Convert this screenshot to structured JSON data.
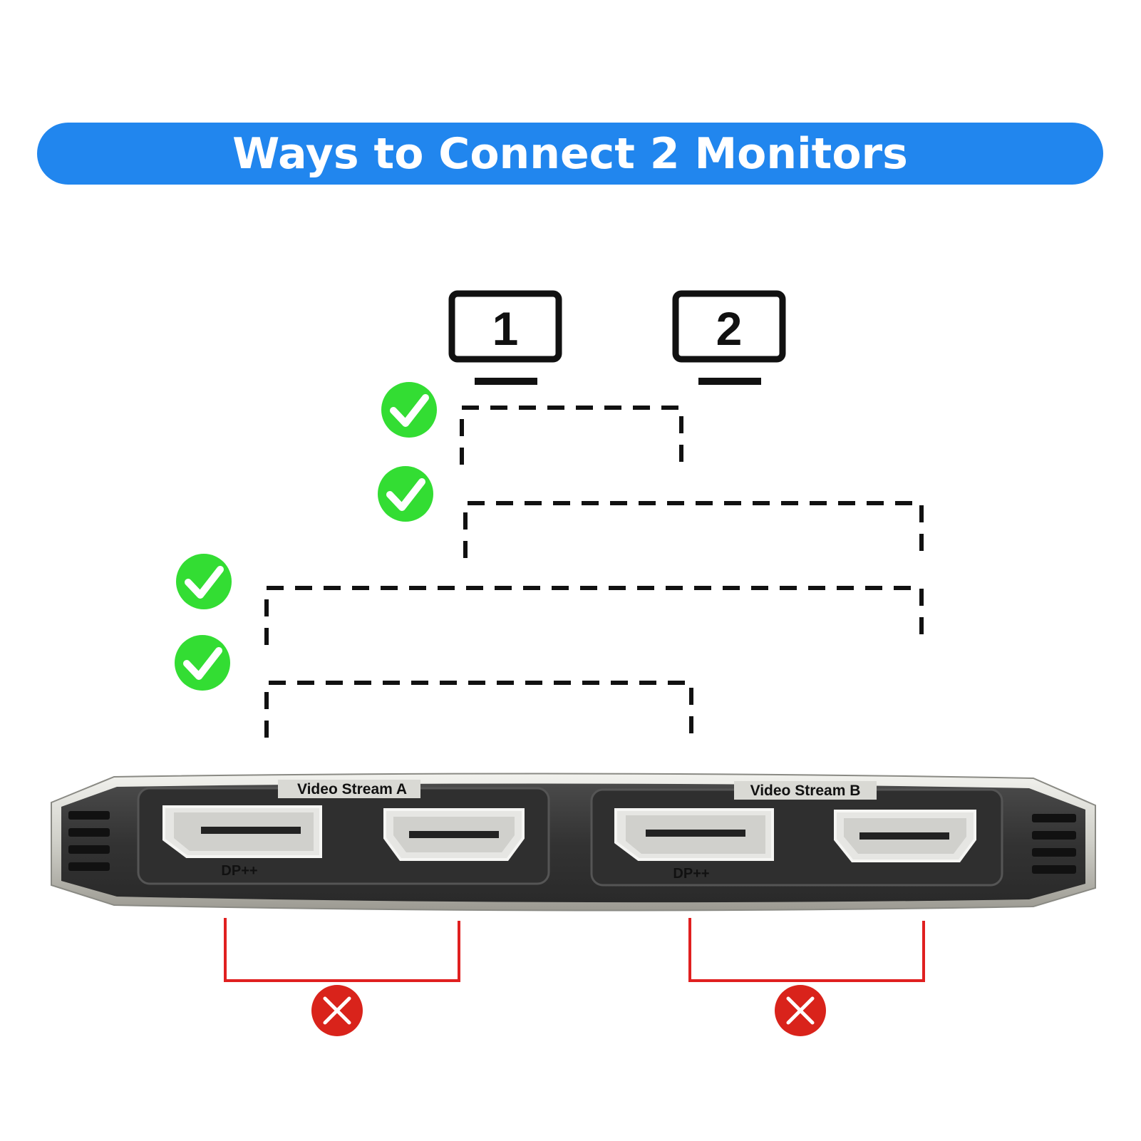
{
  "title": "Ways to Connect 2 Monitors",
  "monitors": [
    {
      "number": "1"
    },
    {
      "number": "2"
    }
  ],
  "streams": [
    {
      "label": "Video Stream A",
      "port_label": "DP++"
    },
    {
      "label": "Video Stream B",
      "port_label": "DP++"
    }
  ],
  "valid_connections_count": 4,
  "invalid_connections_count": 2,
  "colors": {
    "banner": "#2186ee",
    "check": "#33dd33",
    "cross": "#d9231b",
    "invalid_line": "#e02020",
    "dashed_line": "#111111"
  },
  "icons": {
    "valid": "check-circle-icon",
    "invalid": "cross-circle-icon",
    "monitor": "monitor-icon"
  }
}
